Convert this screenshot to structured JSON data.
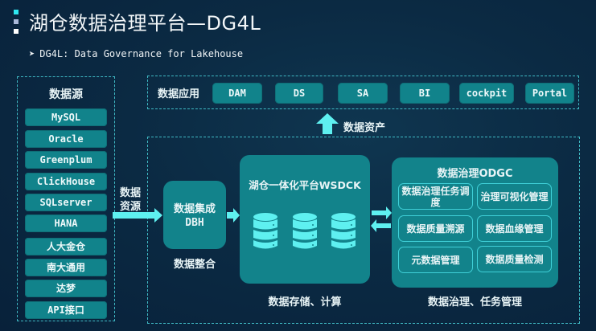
{
  "header": {
    "title": "湖仓数据治理平台—DG4L",
    "subtitle_marker": "➤",
    "subtitle": "DG4L: Data Governance for Lakehouse"
  },
  "data_sources": {
    "title": "数据源",
    "items": [
      "MySQL",
      "Oracle",
      "Greenplum",
      "ClickHouse",
      "SQLserver",
      "HANA",
      "人大金仓",
      "南大通用",
      "达梦",
      "API接口"
    ]
  },
  "data_apps": {
    "label": "数据应用",
    "items": [
      "DAM",
      "DS",
      "SA",
      "BI",
      "cockpit",
      "Portal"
    ]
  },
  "flow": {
    "asset_label": "数据资产",
    "input_label": "数据资源"
  },
  "dbh": {
    "title_line1": "数据集成",
    "title_line2": "DBH",
    "caption": "数据整合"
  },
  "wsdck": {
    "title": "湖仓一体化平台WSDCK",
    "caption": "数据存储、计算",
    "icons": [
      "database-icon",
      "database-icon",
      "database-icon"
    ]
  },
  "odgc": {
    "title": "数据治理ODGC",
    "items": [
      "数据治理任务调度",
      "治理可视化管理",
      "数据质量溯源",
      "数据血缘管理",
      "元数据管理",
      "数据质量检测"
    ],
    "caption": "数据治理、任务管理"
  },
  "colors": {
    "accent": "#5ef0f0",
    "card": "#12838b",
    "border": "#3fb9c4",
    "background": "#0b2a43"
  }
}
